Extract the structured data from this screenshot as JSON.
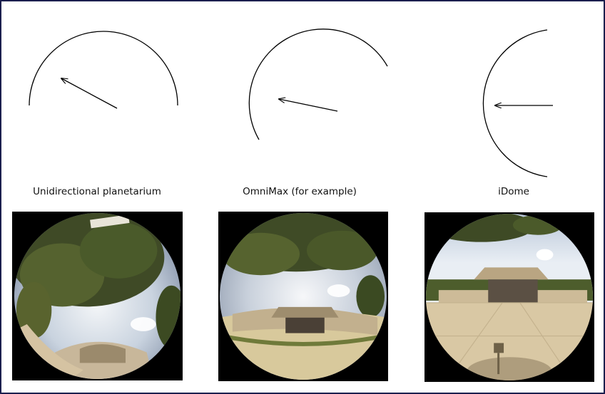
{
  "diagrams": [
    {
      "label": "Unidirectional planetarium",
      "image_icon": "fisheye-photo-dome-overhead-tree"
    },
    {
      "label": "OmniMax (for example)",
      "image_icon": "fisheye-photo-tilted-dome-tree-building"
    },
    {
      "label": "iDome",
      "image_icon": "fisheye-photo-forward-building"
    }
  ],
  "colors": {
    "frame_border": "#1b1f4e",
    "line": "#000000",
    "photo_background": "#000000"
  }
}
